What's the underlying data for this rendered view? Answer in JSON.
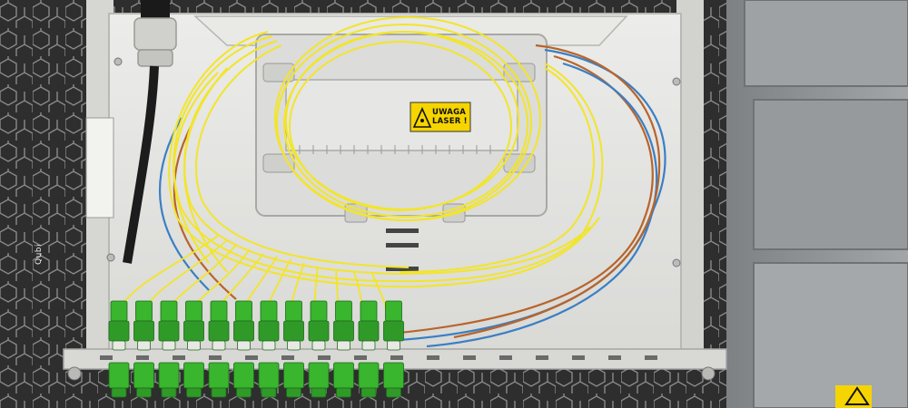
{
  "scene": {
    "subject": "fiber-optic patch panel with splice tray, yellow pigtails and green SC/APC adapters",
    "colors": {
      "hex_floor": "#2b2b2b",
      "hex_floor_light": "#9a9a9a",
      "panel": "#e4e4e2",
      "tray": "#dcdcda",
      "fiber_yellow": "#f2e52a",
      "fiber_blue": "#3a7fc4",
      "fiber_orange": "#b8642a",
      "adapter_green": "#39b52e",
      "cabinet_right": "#8e9294",
      "warning_yellow": "#f6d400"
    }
  },
  "labels": {
    "warning_line1": "UWAGA",
    "warning_line2": "LASER !",
    "brand": "Qubi"
  },
  "adapters": {
    "count": 12
  },
  "icons": [
    "laser-warning-icon",
    "brand-logo-icon"
  ]
}
